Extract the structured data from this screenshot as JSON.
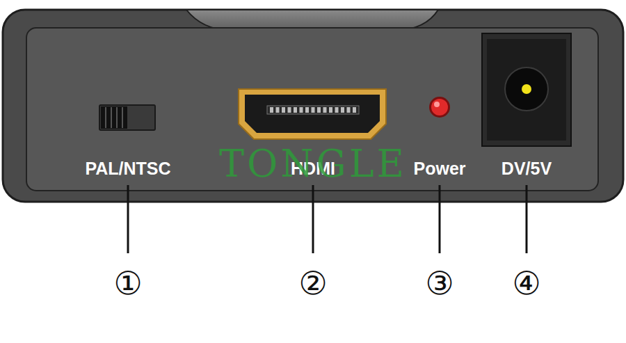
{
  "diagram": {
    "labels": [
      "PAL/NTSC",
      "HDMI",
      "Power",
      "DV/5V",
      "TONGLE",
      "①",
      "②",
      "③",
      "④"
    ]
  }
}
